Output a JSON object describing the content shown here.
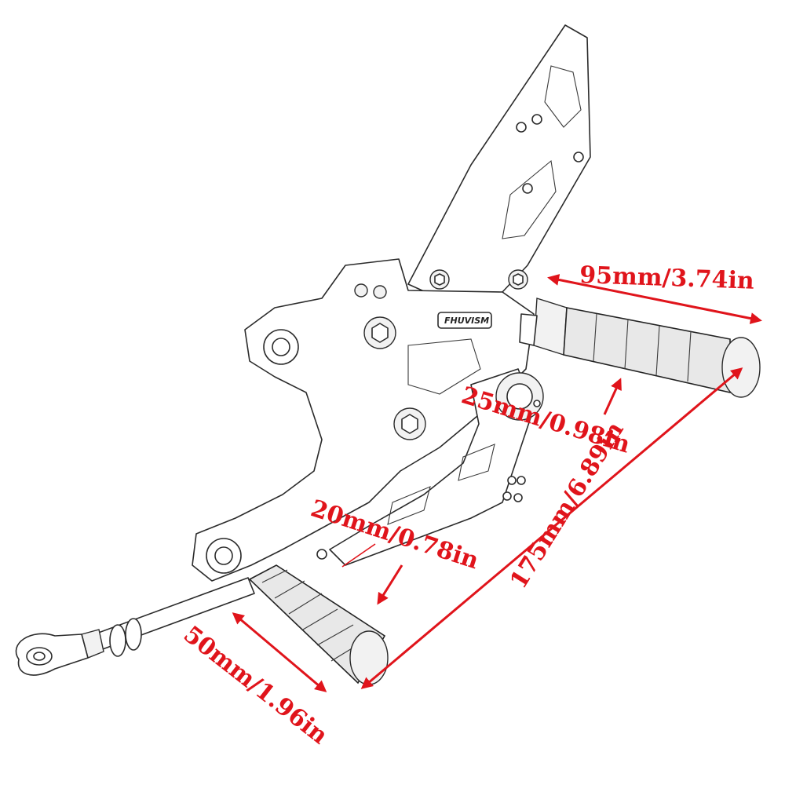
{
  "image": {
    "background": "#ffffff",
    "accent_color": "#e0141b",
    "logo_text": "FHUVISM"
  },
  "dimensions": {
    "footpeg_length": "95mm/3.74in",
    "footpeg_diameter": "25mm/0.98in",
    "overall_length": "175mm/6.89in",
    "shift_peg_diameter": "20mm/0.78in",
    "shift_peg_length": "50mm/1.96in"
  }
}
